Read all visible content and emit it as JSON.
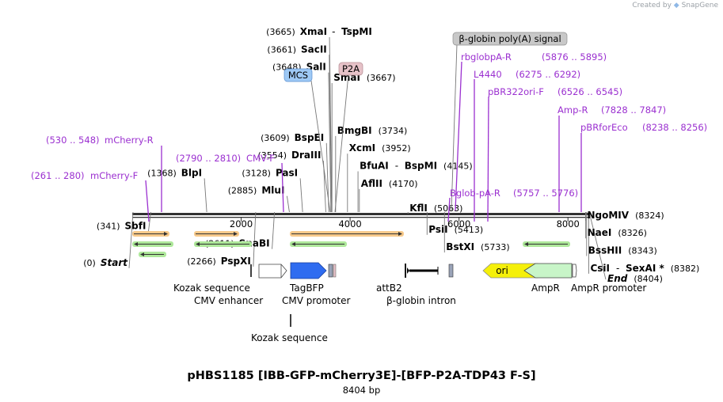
{
  "header": {
    "credit_text": "Created by",
    "brand": "SnapGene"
  },
  "plasmid": {
    "name": "pHBS1185 [IBB-GFP-mCherry3E]-[BFP-P2A-TDP43 F-S]",
    "size_label": "8404 bp",
    "length": 8404
  },
  "axis": {
    "ticks": [
      2000,
      4000,
      6000,
      8000
    ]
  },
  "sites": [
    {
      "name": "XmaI",
      "pos": 3665,
      "row": 0,
      "side": "L",
      "pair": "TspMI"
    },
    {
      "name": "SacII",
      "pos": 3661,
      "row": 1,
      "side": "L"
    },
    {
      "name": "SalI",
      "pos": 3648,
      "row": 2,
      "side": "L"
    },
    {
      "name": "BspEI",
      "pos": 3609,
      "row": 6,
      "side": "L"
    },
    {
      "name": "DraIII",
      "pos": 3554,
      "row": 7,
      "side": "L"
    },
    {
      "name": "PasI",
      "pos": 3128,
      "row": 8,
      "side": "L"
    },
    {
      "name": "BlpI",
      "pos": 1368,
      "row": 8,
      "side": "L"
    },
    {
      "name": "MluI",
      "pos": 2885,
      "row": 9,
      "side": "L"
    },
    {
      "name": "SbfI",
      "pos": 341,
      "row": 11,
      "side": "L"
    },
    {
      "name": "SnaBI",
      "pos": 2611,
      "row": 12,
      "side": "L"
    },
    {
      "name": "PspXI",
      "pos": 2266,
      "row": 13,
      "side": "L"
    },
    {
      "name": "SmaI",
      "pos": 3667,
      "row": 2.6,
      "side": "R"
    },
    {
      "name": "BmgBI",
      "pos": 3734,
      "row": 5.6,
      "side": "R"
    },
    {
      "name": "XcmI",
      "pos": 3952,
      "row": 6.6,
      "side": "R"
    },
    {
      "name": "BfuAI",
      "pos": 4145,
      "row": 7.6,
      "side": "R",
      "pair": "BspMI"
    },
    {
      "name": "AflII",
      "pos": 4170,
      "row": 8.6,
      "side": "R"
    },
    {
      "name": "KflI",
      "pos": 5063,
      "row": 10,
      "side": "R"
    },
    {
      "name": "PsiI",
      "pos": 5413,
      "row": 11.2,
      "side": "R"
    },
    {
      "name": "BstXI",
      "pos": 5733,
      "row": 12.2,
      "side": "R"
    },
    {
      "name": "NgoMIV",
      "pos": 8324,
      "row": 10.4,
      "side": "R"
    },
    {
      "name": "NaeI",
      "pos": 8326,
      "row": 11.4,
      "side": "R"
    },
    {
      "name": "BssHII",
      "pos": 8343,
      "row": 12.4,
      "side": "R"
    },
    {
      "name": "CsiI",
      "pos": 8382,
      "row": 13.4,
      "side": "R",
      "pair": "SexAI *"
    }
  ],
  "ends": [
    {
      "name": "Start",
      "pos": 0
    },
    {
      "name": "End",
      "pos": 8404
    }
  ],
  "primers": [
    {
      "name": "mCherry-R",
      "range": "(530 .. 548)"
    },
    {
      "name": "mCherry-F",
      "range": "(261 .. 280)"
    },
    {
      "name": "CMV-F",
      "range": "(2790 .. 2810)"
    },
    {
      "name": "rbglobpA-R",
      "range": "(5876 .. 5895)"
    },
    {
      "name": "L4440",
      "range": "(6275 .. 6292)"
    },
    {
      "name": "pBR322ori-F",
      "range": "(6526 .. 6545)"
    },
    {
      "name": "Amp-R",
      "range": "(7828 .. 7847)"
    },
    {
      "name": "pBRforEco",
      "range": "(8238 .. 8256)"
    },
    {
      "name": "Bglob-pA-R",
      "range": "(5757 .. 5776)"
    }
  ],
  "feature_labels": {
    "mcs": "MCS",
    "p2a": "P2A",
    "bglobin_polya": "β-globin poly(A) signal",
    "kozak1": "Kozak sequence",
    "cmv_enhancer": "CMV enhancer",
    "tagbfp": "TagBFP",
    "cmv_promoter": "CMV promoter",
    "kozak2": "Kozak sequence",
    "attb2": "attB2",
    "bglobin_intron": "β-globin intron",
    "ori": "ori",
    "ampr": "AmpR",
    "ampr_promoter": "AmpR promoter"
  },
  "colors": {
    "primer": "#9b30d0",
    "orange_feature": "#f0a020",
    "green_feature": "#6ccc3c",
    "tagbfp": "#2f6cf0",
    "ori": "#f5f00a",
    "ampr": "#c8f5c8",
    "mcs_bg": "#9ec9f5",
    "p2a_bg": "#e6c2c8",
    "polya_bg": "#c8c8c8"
  }
}
